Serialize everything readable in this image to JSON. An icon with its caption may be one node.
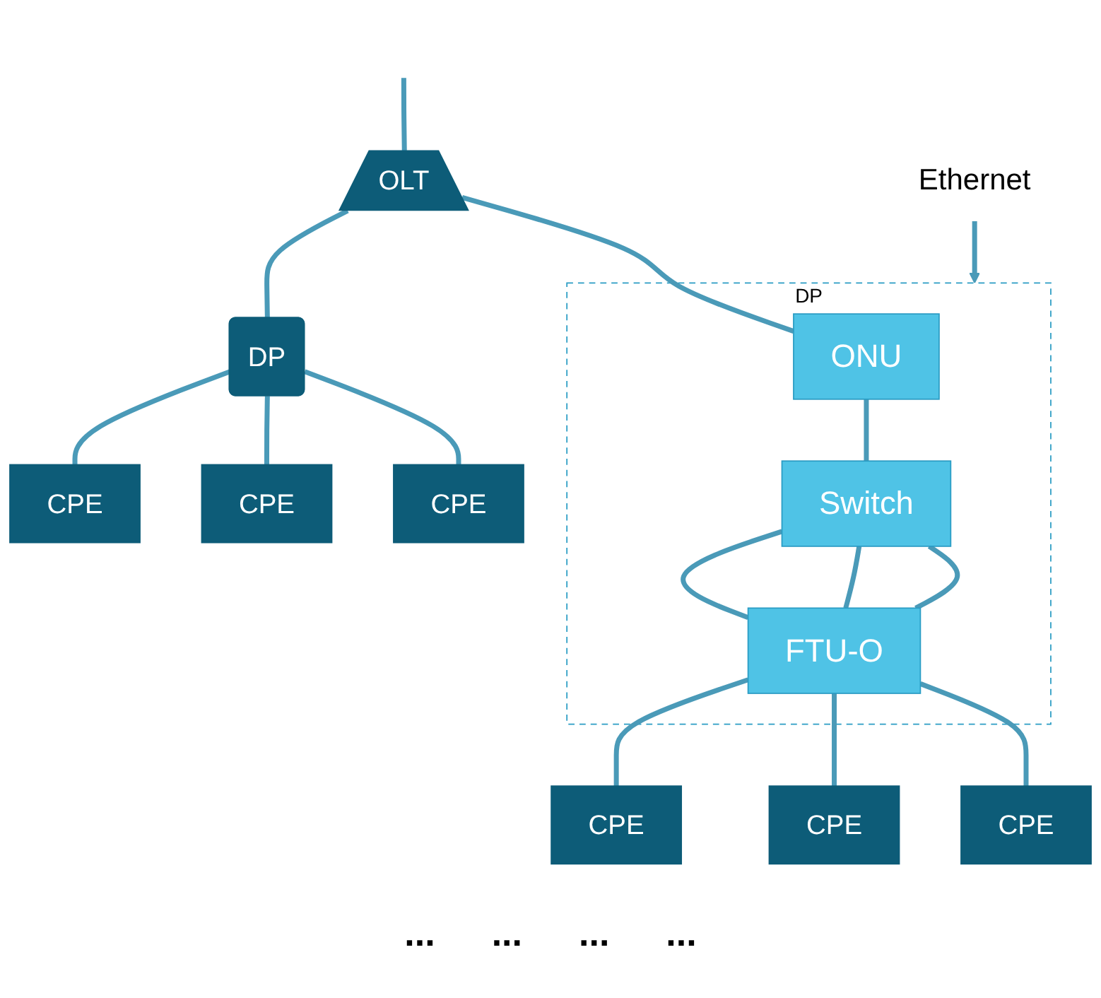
{
  "diagram": {
    "nodes": [
      {
        "text": [
          "OLT"
        ]
      },
      {
        "text": [
          "DP"
        ]
      },
      {
        "text": [
          "DP"
        ]
      },
      {
        "text": [
          "ONU"
        ],
        "in": 2
      },
      {
        "text": [
          "Switch"
        ],
        "in": 2
      },
      {
        "text": [
          "FTU-O"
        ],
        "in": 2
      },
      {
        "text": [
          "Ethernet"
        ]
      },
      {
        "text": [
          "CPE"
        ]
      },
      {
        "text": [
          "CPE"
        ]
      },
      {
        "text": [
          "CPE"
        ]
      },
      {
        "text": [
          "CPE"
        ]
      },
      {
        "text": [
          "CPE"
        ]
      },
      {
        "text": [
          "CPE"
        ]
      }
    ],
    "edges": [
      {
        "from": null,
        "to": 0,
        "arrow": "none"
      },
      {
        "from": 0,
        "to": 1,
        "arrow": "none"
      },
      {
        "from": 0,
        "to": 3,
        "arrow": "none"
      },
      {
        "from": 1,
        "to": 7,
        "arrow": "none"
      },
      {
        "from": 1,
        "to": 8,
        "arrow": "none"
      },
      {
        "from": 1,
        "to": 9,
        "arrow": "none"
      },
      {
        "from": 3,
        "to": 4,
        "arrow": "none"
      },
      {
        "from": 4,
        "to": 5,
        "arrow": "none"
      },
      {
        "from": 4,
        "to": 5,
        "arrow": "none"
      },
      {
        "from": 4,
        "to": 5,
        "arrow": "none"
      },
      {
        "from": 5,
        "to": 10,
        "arrow": "none"
      },
      {
        "from": 5,
        "to": 11,
        "arrow": "none"
      },
      {
        "from": 5,
        "to": 12,
        "arrow": "none"
      },
      {
        "from": 6,
        "to": 2,
        "arrow": "to"
      }
    ],
    "labels": [
      "...",
      "...",
      "...",
      "..."
    ]
  }
}
